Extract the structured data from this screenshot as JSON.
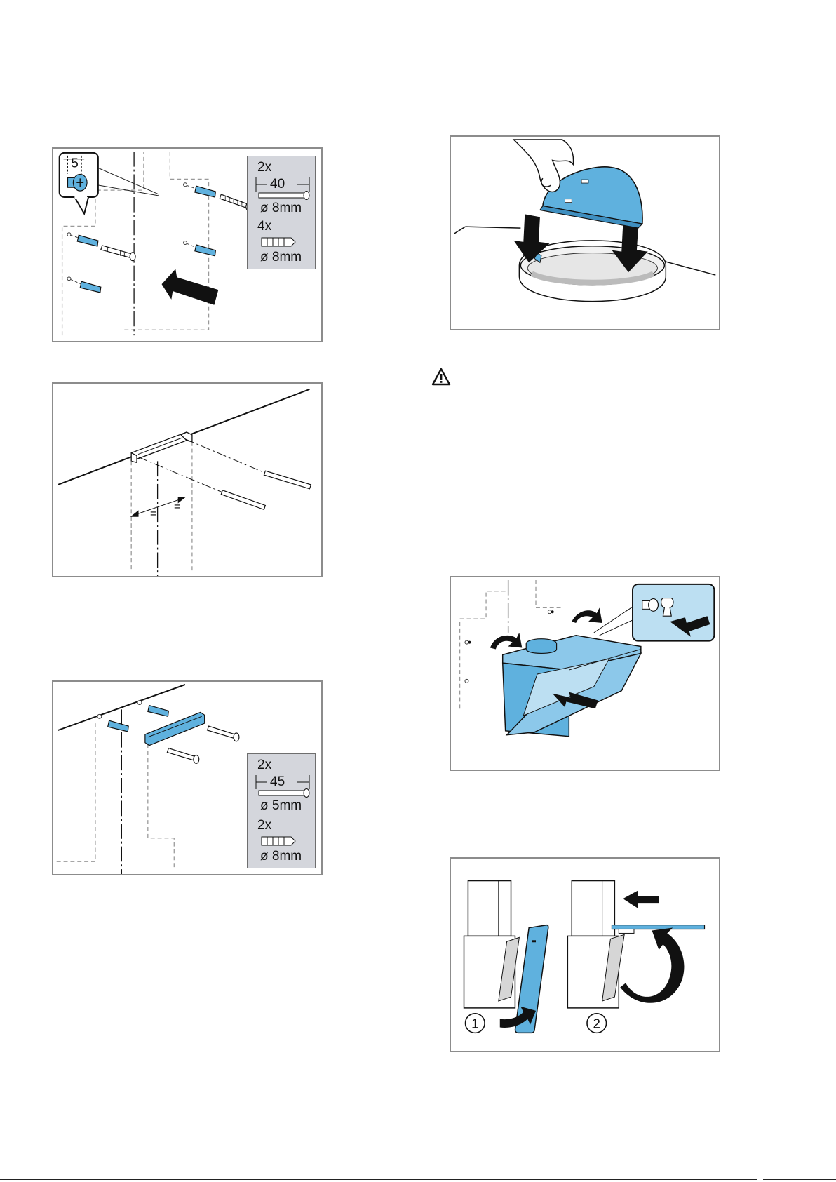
{
  "fig1": {
    "callout_dim": "5",
    "spec": {
      "screw_qty": "2x",
      "screw_len": "40",
      "screw_dia": "ø 8mm",
      "plug_qty": "4x",
      "plug_dia": "ø 8mm"
    }
  },
  "fig2": {
    "equal_left": "=",
    "equal_right": "="
  },
  "fig3": {
    "spec": {
      "screw_qty": "2x",
      "screw_len": "45",
      "screw_dia": "ø 5mm",
      "plug_qty": "2x",
      "plug_dia": "ø 8mm"
    }
  },
  "fig6": {
    "step1": "1",
    "step2": "2"
  },
  "colors": {
    "part_blue": "#5fb1de",
    "frame_grey": "#8c8c8c",
    "spec_bg": "#d4d6dc"
  }
}
